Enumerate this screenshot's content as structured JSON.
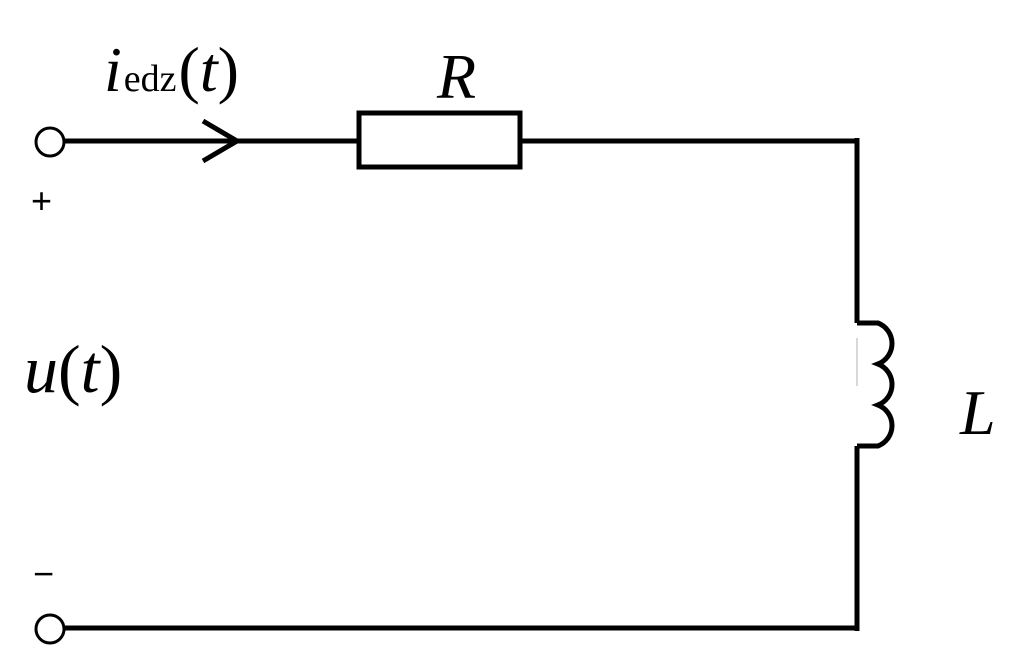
{
  "labels": {
    "current_symbol": "i",
    "current_subscript": "edz",
    "current_arg_open": "(",
    "current_arg": "t",
    "current_arg_close": ")",
    "resistor": "R",
    "inductor": "L",
    "voltage_symbol": "u",
    "voltage_arg_open": "(",
    "voltage_arg": "t",
    "voltage_arg_close": ")",
    "plus_sign": "+",
    "minus_sign": "−"
  },
  "colors": {
    "wire": "#000000",
    "background": "#ffffff"
  }
}
